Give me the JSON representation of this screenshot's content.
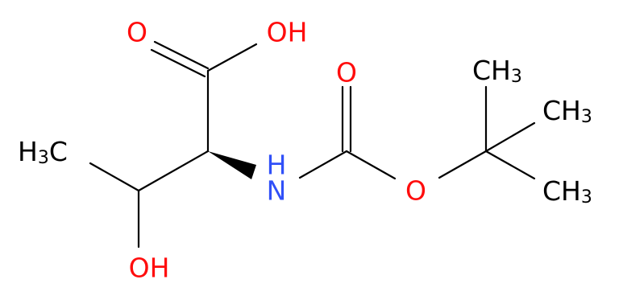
{
  "colors": {
    "carbon": "#000000",
    "oxygen": "#ff0d0d",
    "nitrogen": "#3050f8",
    "background": "#ffffff"
  },
  "labels": {
    "carbonyl_o_acid": "O",
    "hydroxyl_acid": "OH",
    "methyl_left": {
      "main_before": "H",
      "sub": "3",
      "main_after": "C"
    },
    "nh_h": "H",
    "nh_n": "N",
    "carbonyl_o_boc": "O",
    "ester_o": "O",
    "methyl_top": {
      "main": "CH",
      "sub": "3"
    },
    "methyl_mid": {
      "main": "CH",
      "sub": "3"
    },
    "methyl_bottom": {
      "main": "CH",
      "sub": "3"
    },
    "hydroxyl_side": "OH"
  }
}
